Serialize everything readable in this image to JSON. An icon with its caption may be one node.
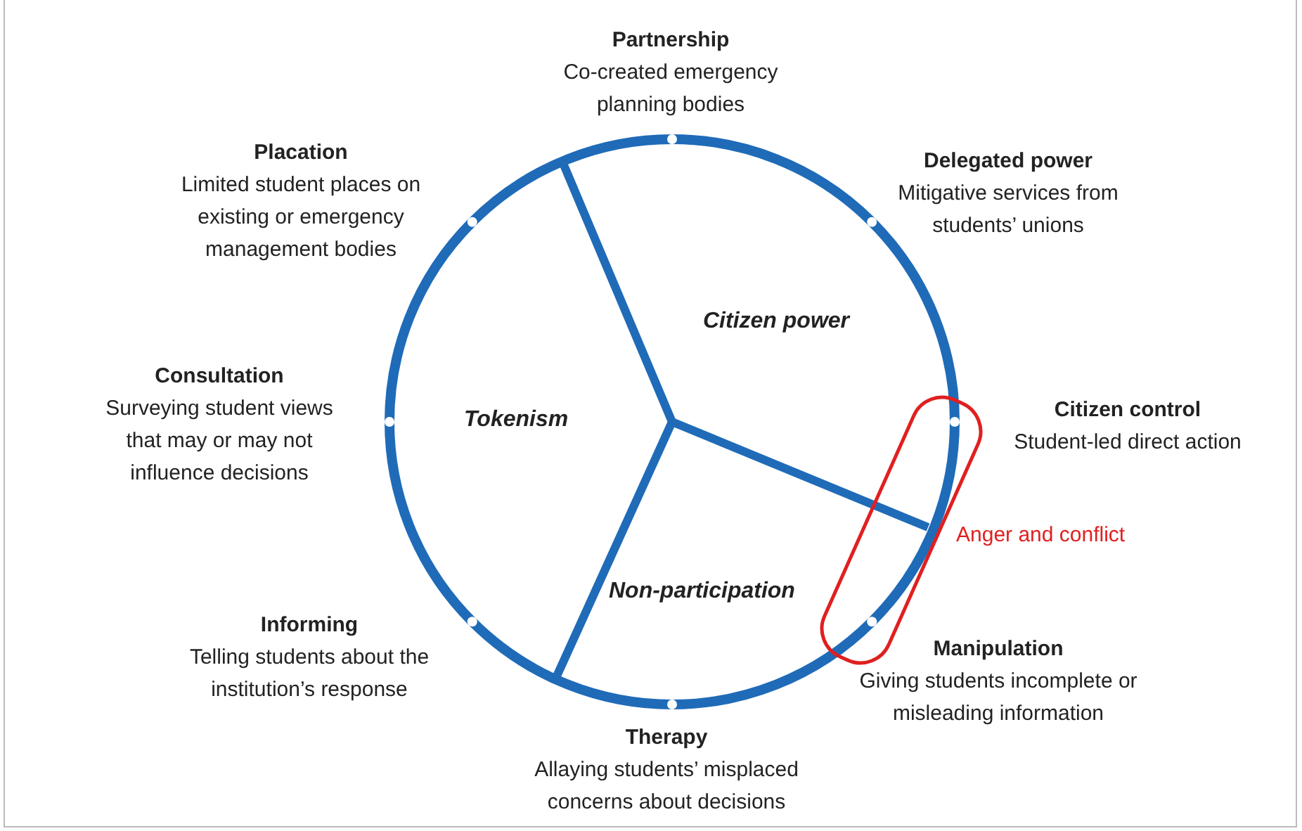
{
  "diagram": {
    "nodes": [
      {
        "text": [
          "Partnership",
          "Co-created emergency planning bodies"
        ]
      },
      {
        "text": [
          "Placation",
          "Limited student places on existing or emergency management bodies"
        ]
      },
      {
        "text": [
          "Delegated power",
          "Mitigative services from students’ unions"
        ]
      },
      {
        "text": [
          "Consultation",
          "Surveying student views that may or may not influence decisions"
        ]
      },
      {
        "text": [
          "Citizen control",
          "Student-led direct action"
        ]
      },
      {
        "text": [
          "Informing",
          "Telling students about the institution’s response"
        ]
      },
      {
        "text": [
          "Manipulation",
          "Giving students incomplete or misleading information"
        ]
      },
      {
        "text": [
          "Therapy",
          "Allaying students’ misplaced concerns about decisions"
        ]
      }
    ],
    "labels": [
      "Citizen power",
      "Tokenism",
      "Anger and conflict",
      "Non-participation"
    ]
  }
}
